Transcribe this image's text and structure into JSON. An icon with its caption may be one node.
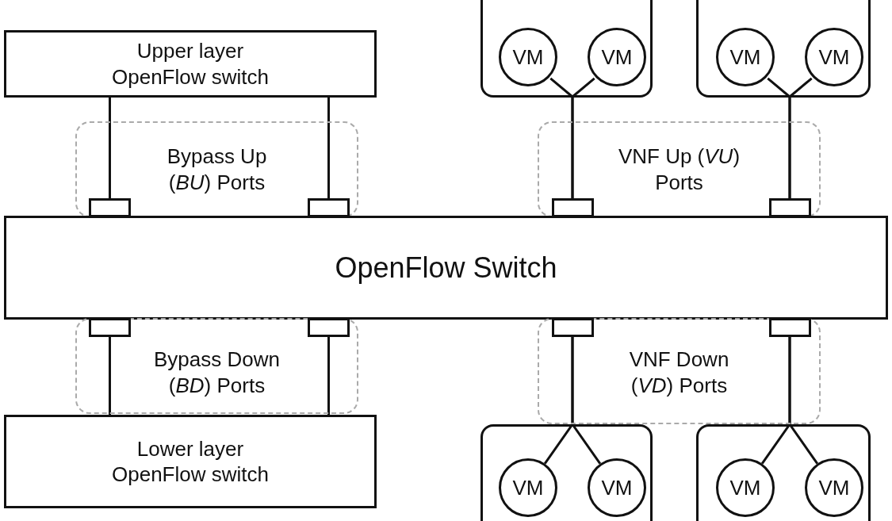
{
  "diagram": {
    "nodes": [
      {
        "text": [
          "Upper layer OpenFlow switch"
        ]
      },
      {
        "text": [],
        "shape": "box"
      },
      {
        "text": [
          "VM"
        ],
        "in": 1
      },
      {
        "text": [
          "VM"
        ],
        "in": 1
      },
      {
        "text": [],
        "shape": "box"
      },
      {
        "text": [
          "VM"
        ],
        "in": 4
      },
      {
        "text": [
          "VM"
        ],
        "in": 4
      },
      {
        "text": [
          "Bypass Up (*BU*) Ports"
        ]
      },
      {
        "text": [],
        "shape": "box",
        "in": 7
      },
      {
        "text": [],
        "shape": "box",
        "in": 7
      },
      {
        "text": [
          "VNF Up (*VU*) Ports"
        ]
      },
      {
        "text": [],
        "shape": "box",
        "in": 10
      },
      {
        "text": [],
        "shape": "box",
        "in": 10
      },
      {
        "text": [
          "OpenFlow Switch"
        ]
      },
      {
        "text": [
          "Bypass Down (*BD*) Ports"
        ]
      },
      {
        "text": [],
        "shape": "box",
        "in": 14
      },
      {
        "text": [],
        "shape": "box",
        "in": 14
      },
      {
        "text": [
          "VNF Down (*VD*) Ports"
        ]
      },
      {
        "text": [],
        "shape": "box",
        "in": 17
      },
      {
        "text": [],
        "shape": "box",
        "in": 17
      },
      {
        "text": [
          "Lower layer OpenFlow switch"
        ]
      },
      {
        "text": [],
        "shape": "box"
      },
      {
        "text": [
          "VM"
        ],
        "in": 21
      },
      {
        "text": [
          "VM"
        ],
        "in": 21
      },
      {
        "text": [],
        "shape": "box"
      },
      {
        "text": [
          "VM"
        ],
        "in": 24
      },
      {
        "text": [
          "VM"
        ],
        "in": 24
      }
    ],
    "edges": [
      {
        "from": 0,
        "to": 8,
        "arrow": "none"
      },
      {
        "from": 0,
        "to": 9,
        "arrow": "none"
      },
      {
        "from": 2,
        "to": 11,
        "arrow": "none"
      },
      {
        "from": 3,
        "to": 11,
        "arrow": "none"
      },
      {
        "from": 5,
        "to": 12,
        "arrow": "none"
      },
      {
        "from": 6,
        "to": 12,
        "arrow": "none"
      },
      {
        "from": 15,
        "to": 20,
        "arrow": "none"
      },
      {
        "from": 16,
        "to": 20,
        "arrow": "none"
      },
      {
        "from": 18,
        "to": 22,
        "arrow": "none"
      },
      {
        "from": 18,
        "to": 23,
        "arrow": "none"
      },
      {
        "from": 19,
        "to": 25,
        "arrow": "none"
      },
      {
        "from": 19,
        "to": 26,
        "arrow": "none"
      }
    ]
  }
}
